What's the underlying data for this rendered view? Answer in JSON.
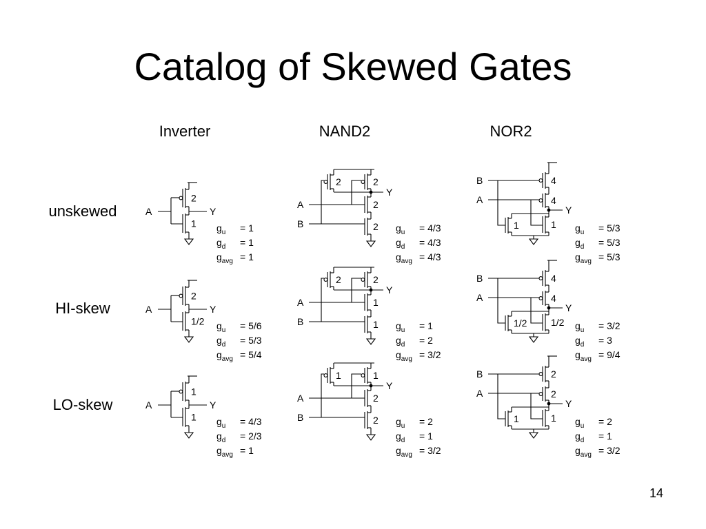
{
  "title": "Catalog of Skewed Gates",
  "columns": [
    "Inverter",
    "NAND2",
    "NOR2"
  ],
  "rows": [
    "unskewed",
    "HI-skew",
    "LO-skew"
  ],
  "page_number": "14",
  "labels": {
    "a": "A",
    "b": "B",
    "y": "Y"
  },
  "effort_symbols": {
    "g": "g",
    "u": "u",
    "d": "d",
    "avg": "avg"
  },
  "gates": [
    [
      {
        "sizes": [
          "2",
          "1"
        ],
        "gu": "= 1",
        "gd": "= 1",
        "gavg": "= 1"
      },
      {
        "sizes": [
          "2",
          "2",
          "2",
          "2"
        ],
        "gu": "= 4/3",
        "gd": "= 4/3",
        "gavg": "= 4/3"
      },
      {
        "sizes": [
          "4",
          "4",
          "1",
          "1"
        ],
        "gu": "= 5/3",
        "gd": "= 5/3",
        "gavg": "= 5/3"
      }
    ],
    [
      {
        "sizes": [
          "2",
          "1/2"
        ],
        "gu": "= 5/6",
        "gd": "= 5/3",
        "gavg": "= 5/4"
      },
      {
        "sizes": [
          "2",
          "2",
          "1",
          "1"
        ],
        "gu": "= 1",
        "gd": "= 2",
        "gavg": "= 3/2"
      },
      {
        "sizes": [
          "4",
          "4",
          "1/2",
          "1/2"
        ],
        "gu": "= 3/2",
        "gd": "= 3",
        "gavg": "= 9/4"
      }
    ],
    [
      {
        "sizes": [
          "1",
          "1"
        ],
        "gu": "= 4/3",
        "gd": "= 2/3",
        "gavg": "= 1"
      },
      {
        "sizes": [
          "1",
          "1",
          "2",
          "2"
        ],
        "gu": "= 2",
        "gd": "= 1",
        "gavg": "= 3/2"
      },
      {
        "sizes": [
          "2",
          "2",
          "1",
          "1"
        ],
        "gu": "= 2",
        "gd": "= 1",
        "gavg": "= 3/2"
      }
    ]
  ]
}
